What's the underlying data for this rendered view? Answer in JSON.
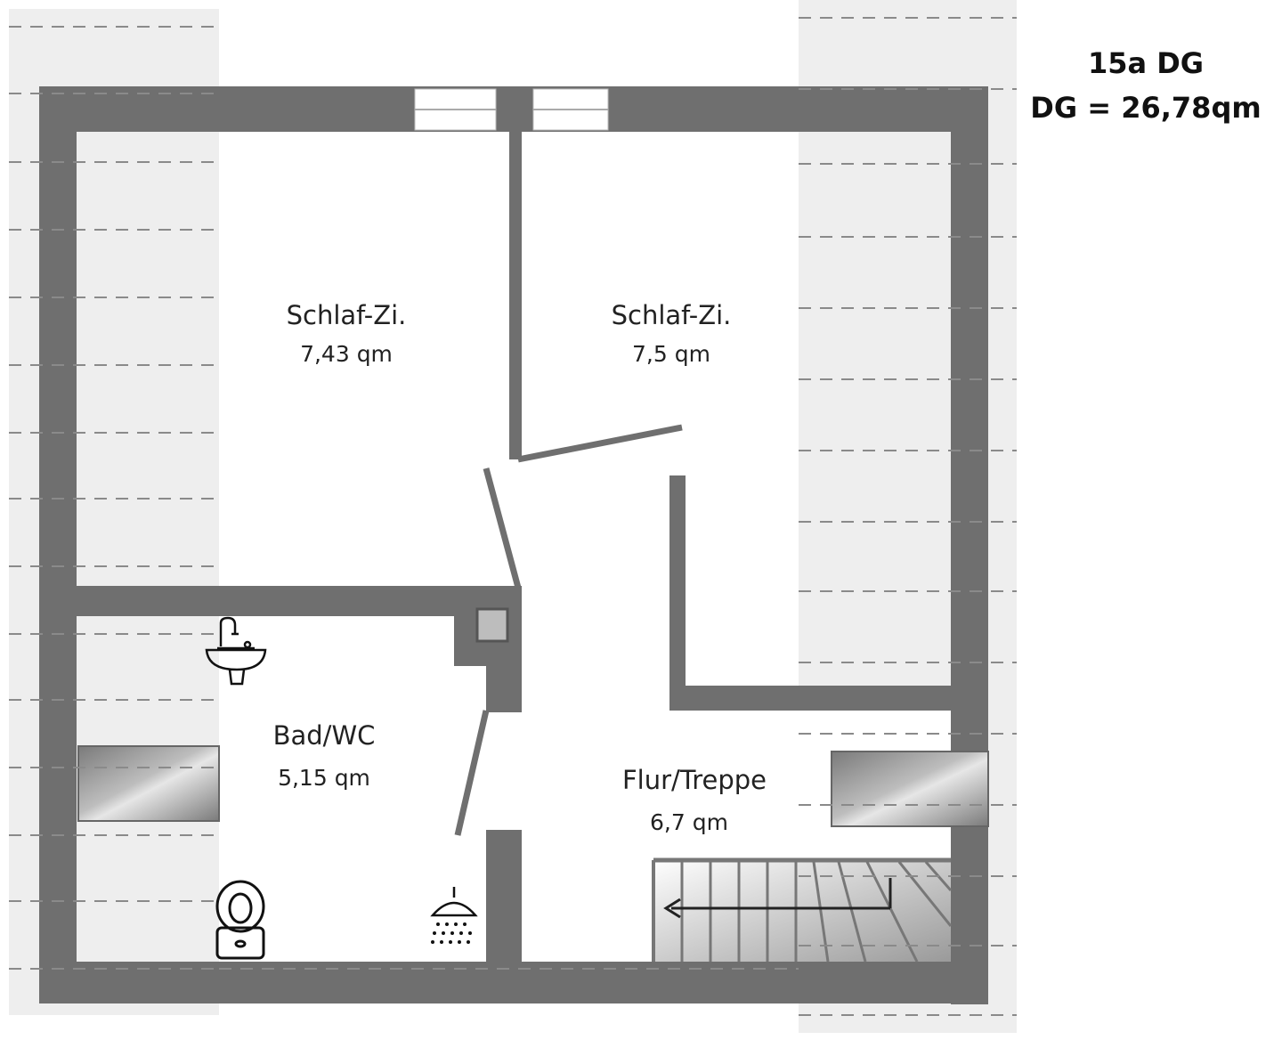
{
  "header": {
    "line1": "15a DG",
    "line2": "DG = 26,78qm"
  },
  "rooms": [
    {
      "label": "Schlaf-Zi.",
      "area": "7,43 qm"
    },
    {
      "label": "Schlaf-Zi.",
      "area": "7,5 qm"
    },
    {
      "label": "Bad/WC",
      "area": "5,15 qm"
    },
    {
      "label": "Flur/Treppe",
      "area": "6,7 qm"
    }
  ],
  "fixtures": [
    "washbasin-icon",
    "toilet-icon",
    "shower-icon",
    "staircase-icon"
  ],
  "colors": {
    "wall": "#6f6f6f",
    "roof_slope": "#efefef",
    "dash": "#8a8a8a",
    "room": "#ffffff"
  }
}
